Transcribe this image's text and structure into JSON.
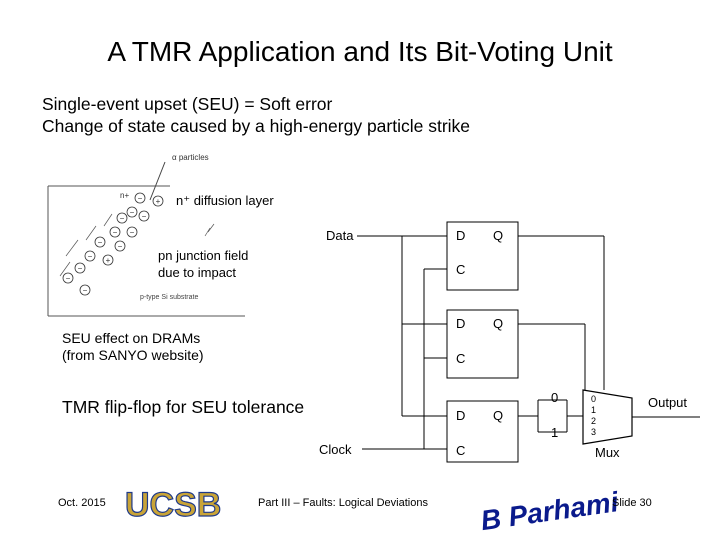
{
  "slide": {
    "title": "A TMR Application and Its Bit-Voting Unit",
    "bullets": [
      "Single-event upset (SEU) = Soft error",
      "Change of state caused by a high-energy particle strike"
    ]
  },
  "seu_figure": {
    "alpha_label": "α particles",
    "n_plus_label": "n+",
    "substrate_label": "p-type Si substrate",
    "diffusion_label": "n⁺ diffusion layer",
    "junction_label_1": "pn junction field",
    "junction_label_2": "due to impact",
    "caption_1": "SEU effect on DRAMs",
    "caption_2": "(from SANYO website)"
  },
  "tmr_circuit": {
    "caption": "TMR flip-flop for SEU tolerance",
    "data_label": "Data",
    "clock_label": "Clock",
    "ff_d": "D",
    "ff_q": "Q",
    "ff_c": "C",
    "mux_select_0": "0",
    "mux_select_1": "1",
    "mux_inputs": [
      "0",
      "1",
      "2",
      "3"
    ],
    "mux_label": "Mux",
    "output_label": "Output"
  },
  "footer": {
    "date": "Oct. 2015",
    "logo_text": "UCSB",
    "center": "Part III – Faults: Logical Deviations",
    "signature": "B Parhami",
    "slide_number": "Slide 30"
  },
  "colors": {
    "logo_gold": "#c9a437",
    "logo_blue": "#1f3a8a",
    "signature_blue": "#0a1a8c",
    "line": "#000000",
    "frame_gray": "#555555"
  }
}
